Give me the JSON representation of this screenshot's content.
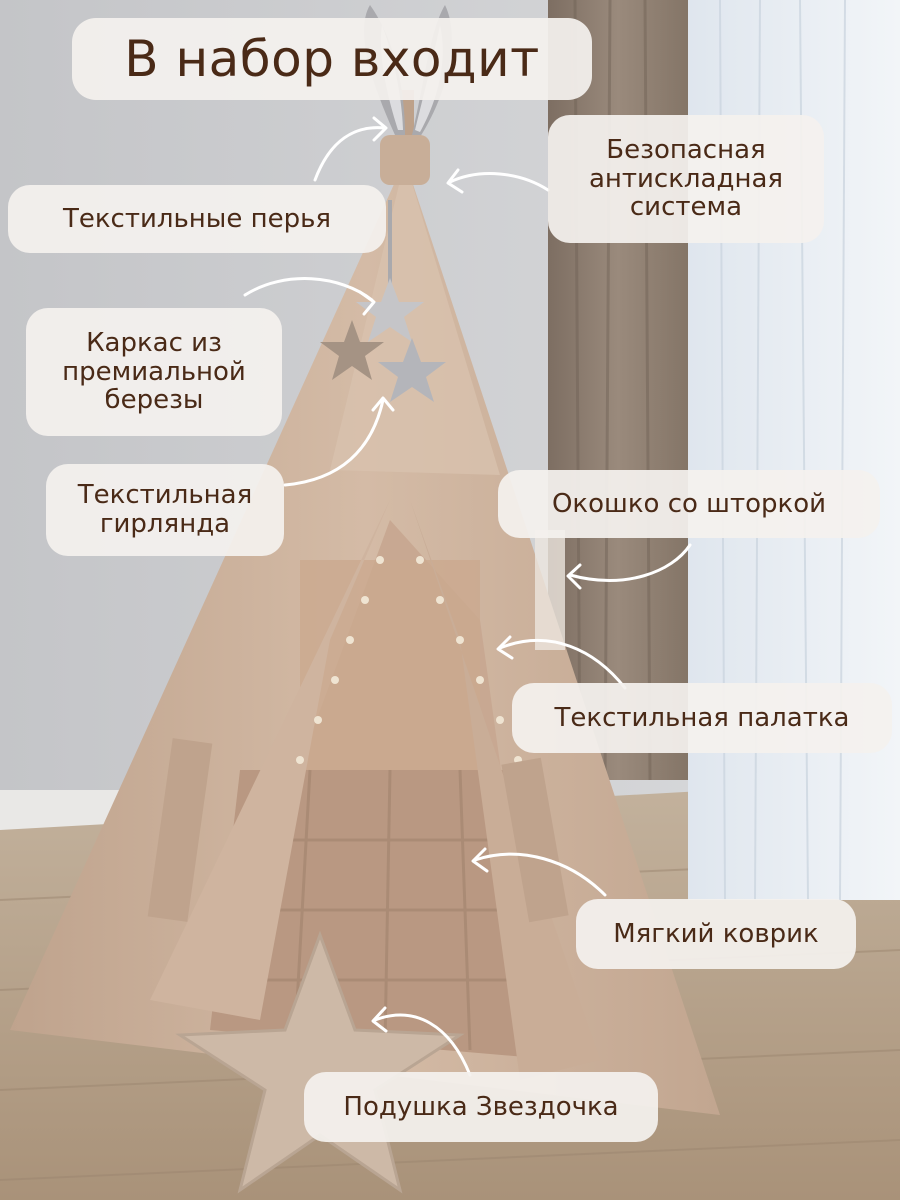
{
  "title": "В набор входит",
  "labels": {
    "feathers": "Текстильные перья",
    "safety": "Безопасная\nантискладная\nсистема",
    "frame": "Каркас из\nпремиальной\nберезы",
    "garland": "Текстильная\nгирлянда",
    "window": "Окошко со шторкой",
    "tent": "Текстильная палатка",
    "mat": "Мягкий коврик",
    "pillow": "Подушка Звездочка"
  },
  "colors": {
    "wall": "#cfd0d3",
    "curtain": "#8d7e71",
    "sheer": "#e6ecf2",
    "floor": "#b8a690",
    "tent_fabric": "#cdb29c",
    "tent_inner": "#c7a58c",
    "mat": "#b99882",
    "label_bg": "#f4f1ee",
    "label_text": "#4a2a17",
    "arrow": "#ffffff"
  },
  "icons": [
    "curved-arrow-icon",
    "star-garland-icon",
    "star-pillow-icon",
    "feather-ears-icon"
  ]
}
